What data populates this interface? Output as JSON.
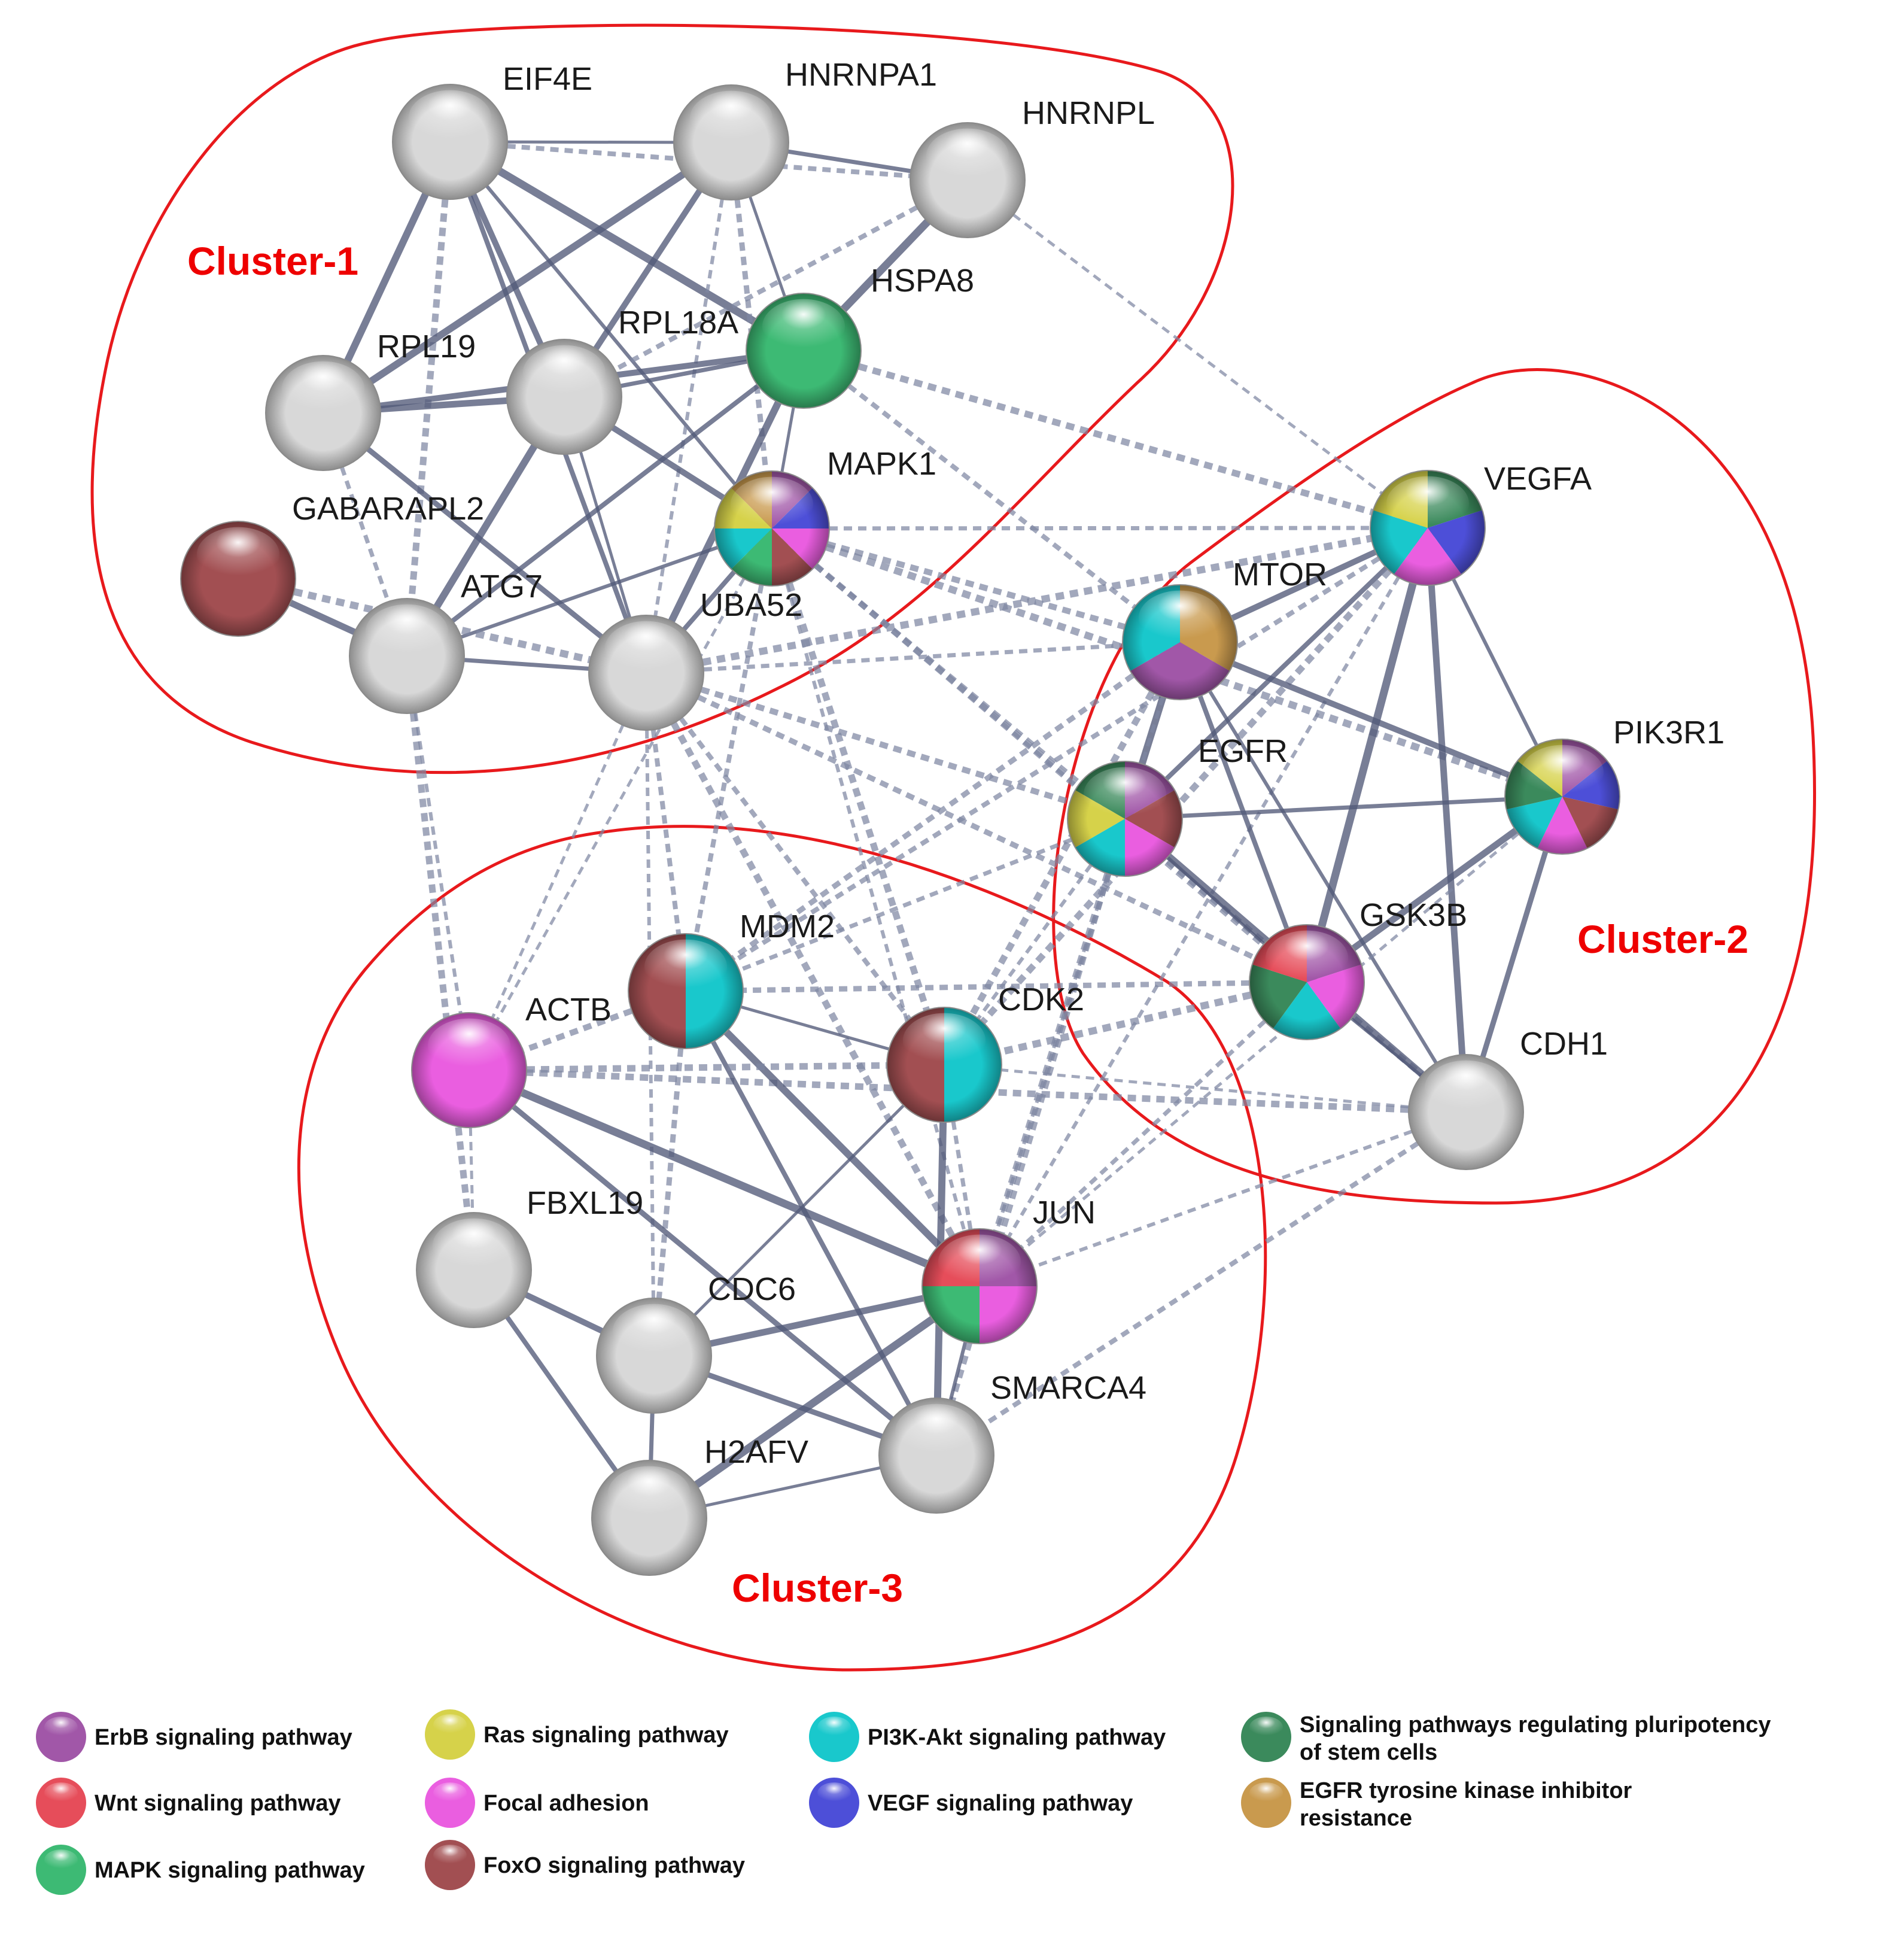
{
  "colors": {
    "erbb": "#a157a8",
    "ras": "#d6d24a",
    "pi3k": "#19c8cc",
    "pluri": "#3b8a5c",
    "wnt": "#e64d5a",
    "focal": "#ea5ee0",
    "vegf": "#4d4fd8",
    "egfr_res": "#c99a4e",
    "mapk": "#3dba74",
    "foxo": "#a24f52",
    "grey": "#d8d8d8",
    "solid_edge": "#525a78",
    "dashed_edge": "#7e86a2",
    "cluster_outline": "#e8191c"
  },
  "clusters": [
    {
      "id": "c1",
      "label": "Cluster-1"
    },
    {
      "id": "c2",
      "label": "Cluster-2"
    },
    {
      "id": "c3",
      "label": "Cluster-3"
    }
  ],
  "nodes": [
    {
      "id": "EIF4E",
      "label": "EIF4E",
      "pathways": []
    },
    {
      "id": "HNRNPA1",
      "label": "HNRNPA1",
      "pathways": []
    },
    {
      "id": "HNRNPL",
      "label": "HNRNPL",
      "pathways": []
    },
    {
      "id": "HSPA8",
      "label": "HSPA8",
      "pathways": [
        "mapk"
      ]
    },
    {
      "id": "RPL19",
      "label": "RPL19",
      "pathways": []
    },
    {
      "id": "RPL18A",
      "label": "RPL18A",
      "pathways": []
    },
    {
      "id": "MAPK1",
      "label": "MAPK1",
      "pathways": [
        "erbb",
        "vegf",
        "focal",
        "foxo",
        "mapk",
        "pi3k",
        "ras",
        "egfr_res"
      ]
    },
    {
      "id": "GABARAPL2",
      "label": "GABARAPL2",
      "pathways": [
        "foxo"
      ]
    },
    {
      "id": "ATG7",
      "label": "ATG7",
      "pathways": []
    },
    {
      "id": "UBA52",
      "label": "UBA52",
      "pathways": []
    },
    {
      "id": "VEGFA",
      "label": "VEGFA",
      "pathways": [
        "pluri",
        "vegf",
        "focal",
        "pi3k",
        "ras"
      ]
    },
    {
      "id": "MTOR",
      "label": "MTOR",
      "pathways": [
        "egfr_res",
        "erbb",
        "pi3k"
      ]
    },
    {
      "id": "EGFR",
      "label": "EGFR",
      "pathways": [
        "erbb",
        "foxo",
        "focal",
        "pi3k",
        "ras",
        "pluri"
      ]
    },
    {
      "id": "PIK3R1",
      "label": "PIK3R1",
      "pathways": [
        "erbb",
        "vegf",
        "foxo",
        "focal",
        "pi3k",
        "pluri",
        "ras"
      ]
    },
    {
      "id": "GSK3B",
      "label": "GSK3B",
      "pathways": [
        "erbb",
        "focal",
        "pi3k",
        "pluri",
        "wnt"
      ]
    },
    {
      "id": "CDH1",
      "label": "CDH1",
      "pathways": []
    },
    {
      "id": "MDM2",
      "label": "MDM2",
      "pathways": [
        "pi3k",
        "foxo"
      ]
    },
    {
      "id": "ACTB",
      "label": "ACTB",
      "pathways": [
        "focal"
      ]
    },
    {
      "id": "CDK2",
      "label": "CDK2",
      "pathways": [
        "pi3k",
        "foxo"
      ]
    },
    {
      "id": "FBXL19",
      "label": "FBXL19",
      "pathways": []
    },
    {
      "id": "JUN",
      "label": "JUN",
      "pathways": [
        "erbb",
        "focal",
        "mapk",
        "wnt"
      ]
    },
    {
      "id": "CDC6",
      "label": "CDC6",
      "pathways": []
    },
    {
      "id": "SMARCA4",
      "label": "SMARCA4",
      "pathways": []
    },
    {
      "id": "H2AFV",
      "label": "H2AFV",
      "pathways": []
    }
  ],
  "edges": [
    [
      "EIF4E",
      "HNRNPA1",
      "s"
    ],
    [
      "EIF4E",
      "RPL19",
      "s"
    ],
    [
      "EIF4E",
      "RPL18A",
      "s"
    ],
    [
      "EIF4E",
      "UBA52",
      "s"
    ],
    [
      "EIF4E",
      "MAPK1",
      "s"
    ],
    [
      "EIF4E",
      "HSPA8",
      "s"
    ],
    [
      "EIF4E",
      "ATG7",
      "d"
    ],
    [
      "EIF4E",
      "HNRNPL",
      "d"
    ],
    [
      "HNRNPA1",
      "HNRNPL",
      "s"
    ],
    [
      "HNRNPA1",
      "HSPA8",
      "s"
    ],
    [
      "HNRNPA1",
      "RPL19",
      "s"
    ],
    [
      "HNRNPA1",
      "RPL18A",
      "s"
    ],
    [
      "HNRNPA1",
      "MAPK1",
      "d"
    ],
    [
      "HNRNPA1",
      "UBA52",
      "d"
    ],
    [
      "HNRNPL",
      "HSPA8",
      "s"
    ],
    [
      "HNRNPL",
      "RPL18A",
      "d"
    ],
    [
      "HNRNPL",
      "VEGFA",
      "d"
    ],
    [
      "HSPA8",
      "RPL18A",
      "s"
    ],
    [
      "HSPA8",
      "MAPK1",
      "s"
    ],
    [
      "HSPA8",
      "UBA52",
      "s"
    ],
    [
      "HSPA8",
      "RPL19",
      "s"
    ],
    [
      "HSPA8",
      "ATG7",
      "s"
    ],
    [
      "HSPA8",
      "VEGFA",
      "d"
    ],
    [
      "HSPA8",
      "MTOR",
      "d"
    ],
    [
      "RPL19",
      "RPL18A",
      "s"
    ],
    [
      "RPL19",
      "UBA52",
      "s"
    ],
    [
      "RPL19",
      "ATG7",
      "d"
    ],
    [
      "RPL18A",
      "UBA52",
      "s"
    ],
    [
      "RPL18A",
      "ATG7",
      "s"
    ],
    [
      "RPL18A",
      "MAPK1",
      "s"
    ],
    [
      "MAPK1",
      "UBA52",
      "s"
    ],
    [
      "MAPK1",
      "ATG7",
      "s"
    ],
    [
      "MAPK1",
      "EGFR",
      "d"
    ],
    [
      "MAPK1",
      "MTOR",
      "d"
    ],
    [
      "MAPK1",
      "VEGFA",
      "d"
    ],
    [
      "MAPK1",
      "PIK3R1",
      "d"
    ],
    [
      "MAPK1",
      "GSK3B",
      "d"
    ],
    [
      "MAPK1",
      "JUN",
      "d"
    ],
    [
      "MAPK1",
      "CDK2",
      "d"
    ],
    [
      "MAPK1",
      "MDM2",
      "d"
    ],
    [
      "MAPK1",
      "ACTB",
      "d"
    ],
    [
      "MAPK1",
      "CDH1",
      "d"
    ],
    [
      "GABARAPL2",
      "ATG7",
      "s"
    ],
    [
      "GABARAPL2",
      "UBA52",
      "d"
    ],
    [
      "ATG7",
      "UBA52",
      "s"
    ],
    [
      "ATG7",
      "ACTB",
      "d"
    ],
    [
      "ATG7",
      "FBXL19",
      "d"
    ],
    [
      "UBA52",
      "MDM2",
      "d"
    ],
    [
      "UBA52",
      "ACTB",
      "d"
    ],
    [
      "UBA52",
      "EGFR",
      "d"
    ],
    [
      "UBA52",
      "MTOR",
      "d"
    ],
    [
      "UBA52",
      "VEGFA",
      "d"
    ],
    [
      "UBA52",
      "GSK3B",
      "d"
    ],
    [
      "UBA52",
      "CDC6",
      "d"
    ],
    [
      "UBA52",
      "JUN",
      "d"
    ],
    [
      "UBA52",
      "CDK2",
      "d"
    ],
    [
      "VEGFA",
      "MTOR",
      "s"
    ],
    [
      "VEGFA",
      "EGFR",
      "s"
    ],
    [
      "VEGFA",
      "PIK3R1",
      "s"
    ],
    [
      "VEGFA",
      "GSK3B",
      "s"
    ],
    [
      "VEGFA",
      "CDH1",
      "s"
    ],
    [
      "VEGFA",
      "JUN",
      "d"
    ],
    [
      "VEGFA",
      "CDK2",
      "d"
    ],
    [
      "VEGFA",
      "MDM2",
      "d"
    ],
    [
      "MTOR",
      "EGFR",
      "s"
    ],
    [
      "MTOR",
      "PIK3R1",
      "s"
    ],
    [
      "MTOR",
      "GSK3B",
      "s"
    ],
    [
      "MTOR",
      "CDH1",
      "s"
    ],
    [
      "MTOR",
      "MDM2",
      "d"
    ],
    [
      "MTOR",
      "JUN",
      "d"
    ],
    [
      "MTOR",
      "CDK2",
      "d"
    ],
    [
      "EGFR",
      "PIK3R1",
      "s"
    ],
    [
      "EGFR",
      "GSK3B",
      "s"
    ],
    [
      "EGFR",
      "CDH1",
      "s"
    ],
    [
      "EGFR",
      "MDM2",
      "d"
    ],
    [
      "EGFR",
      "JUN",
      "d"
    ],
    [
      "EGFR",
      "SMARCA4",
      "d"
    ],
    [
      "EGFR",
      "CDK2",
      "d"
    ],
    [
      "PIK3R1",
      "GSK3B",
      "s"
    ],
    [
      "PIK3R1",
      "CDH1",
      "s"
    ],
    [
      "PIK3R1",
      "JUN",
      "d"
    ],
    [
      "GSK3B",
      "CDH1",
      "s"
    ],
    [
      "GSK3B",
      "JUN",
      "d"
    ],
    [
      "GSK3B",
      "CDK2",
      "d"
    ],
    [
      "GSK3B",
      "MDM2",
      "d"
    ],
    [
      "CDH1",
      "JUN",
      "d"
    ],
    [
      "CDH1",
      "ACTB",
      "d"
    ],
    [
      "CDH1",
      "SMARCA4",
      "d"
    ],
    [
      "CDH1",
      "CDK2",
      "d"
    ],
    [
      "MDM2",
      "ACTB",
      "d"
    ],
    [
      "MDM2",
      "CDK2",
      "s"
    ],
    [
      "MDM2",
      "JUN",
      "s"
    ],
    [
      "MDM2",
      "CDC6",
      "d"
    ],
    [
      "MDM2",
      "SMARCA4",
      "s"
    ],
    [
      "ACTB",
      "CDK2",
      "d"
    ],
    [
      "ACTB",
      "JUN",
      "s"
    ],
    [
      "ACTB",
      "FBXL19",
      "d"
    ],
    [
      "ACTB",
      "SMARCA4",
      "s"
    ],
    [
      "CDK2",
      "JUN",
      "d"
    ],
    [
      "CDK2",
      "CDC6",
      "s"
    ],
    [
      "CDK2",
      "SMARCA4",
      "s"
    ],
    [
      "FBXL19",
      "CDC6",
      "s"
    ],
    [
      "FBXL19",
      "H2AFV",
      "s"
    ],
    [
      "JUN",
      "SMARCA4",
      "s"
    ],
    [
      "JUN",
      "H2AFV",
      "s"
    ],
    [
      "JUN",
      "CDC6",
      "s"
    ],
    [
      "CDC6",
      "SMARCA4",
      "s"
    ],
    [
      "CDC6",
      "H2AFV",
      "s"
    ],
    [
      "SMARCA4",
      "H2AFV",
      "s"
    ]
  ],
  "legend": [
    {
      "key": "erbb",
      "lines": [
        "ErbB signaling pathway"
      ]
    },
    {
      "key": "ras",
      "lines": [
        "Ras signaling pathway"
      ]
    },
    {
      "key": "pi3k",
      "lines": [
        "PI3K-Akt signaling pathway"
      ]
    },
    {
      "key": "pluri",
      "lines": [
        "Signaling pathways regulating pluripotency",
        "of stem cells"
      ]
    },
    {
      "key": "wnt",
      "lines": [
        "Wnt signaling pathway"
      ]
    },
    {
      "key": "focal",
      "lines": [
        "Focal adhesion"
      ]
    },
    {
      "key": "vegf",
      "lines": [
        "VEGF signaling pathway"
      ]
    },
    {
      "key": "egfr_res",
      "lines": [
        "EGFR tyrosine kinase inhibitor",
        "resistance"
      ]
    },
    {
      "key": "mapk",
      "lines": [
        "MAPK signaling pathway"
      ]
    },
    {
      "key": "foxo",
      "lines": [
        "FoxO signaling pathway"
      ]
    }
  ]
}
